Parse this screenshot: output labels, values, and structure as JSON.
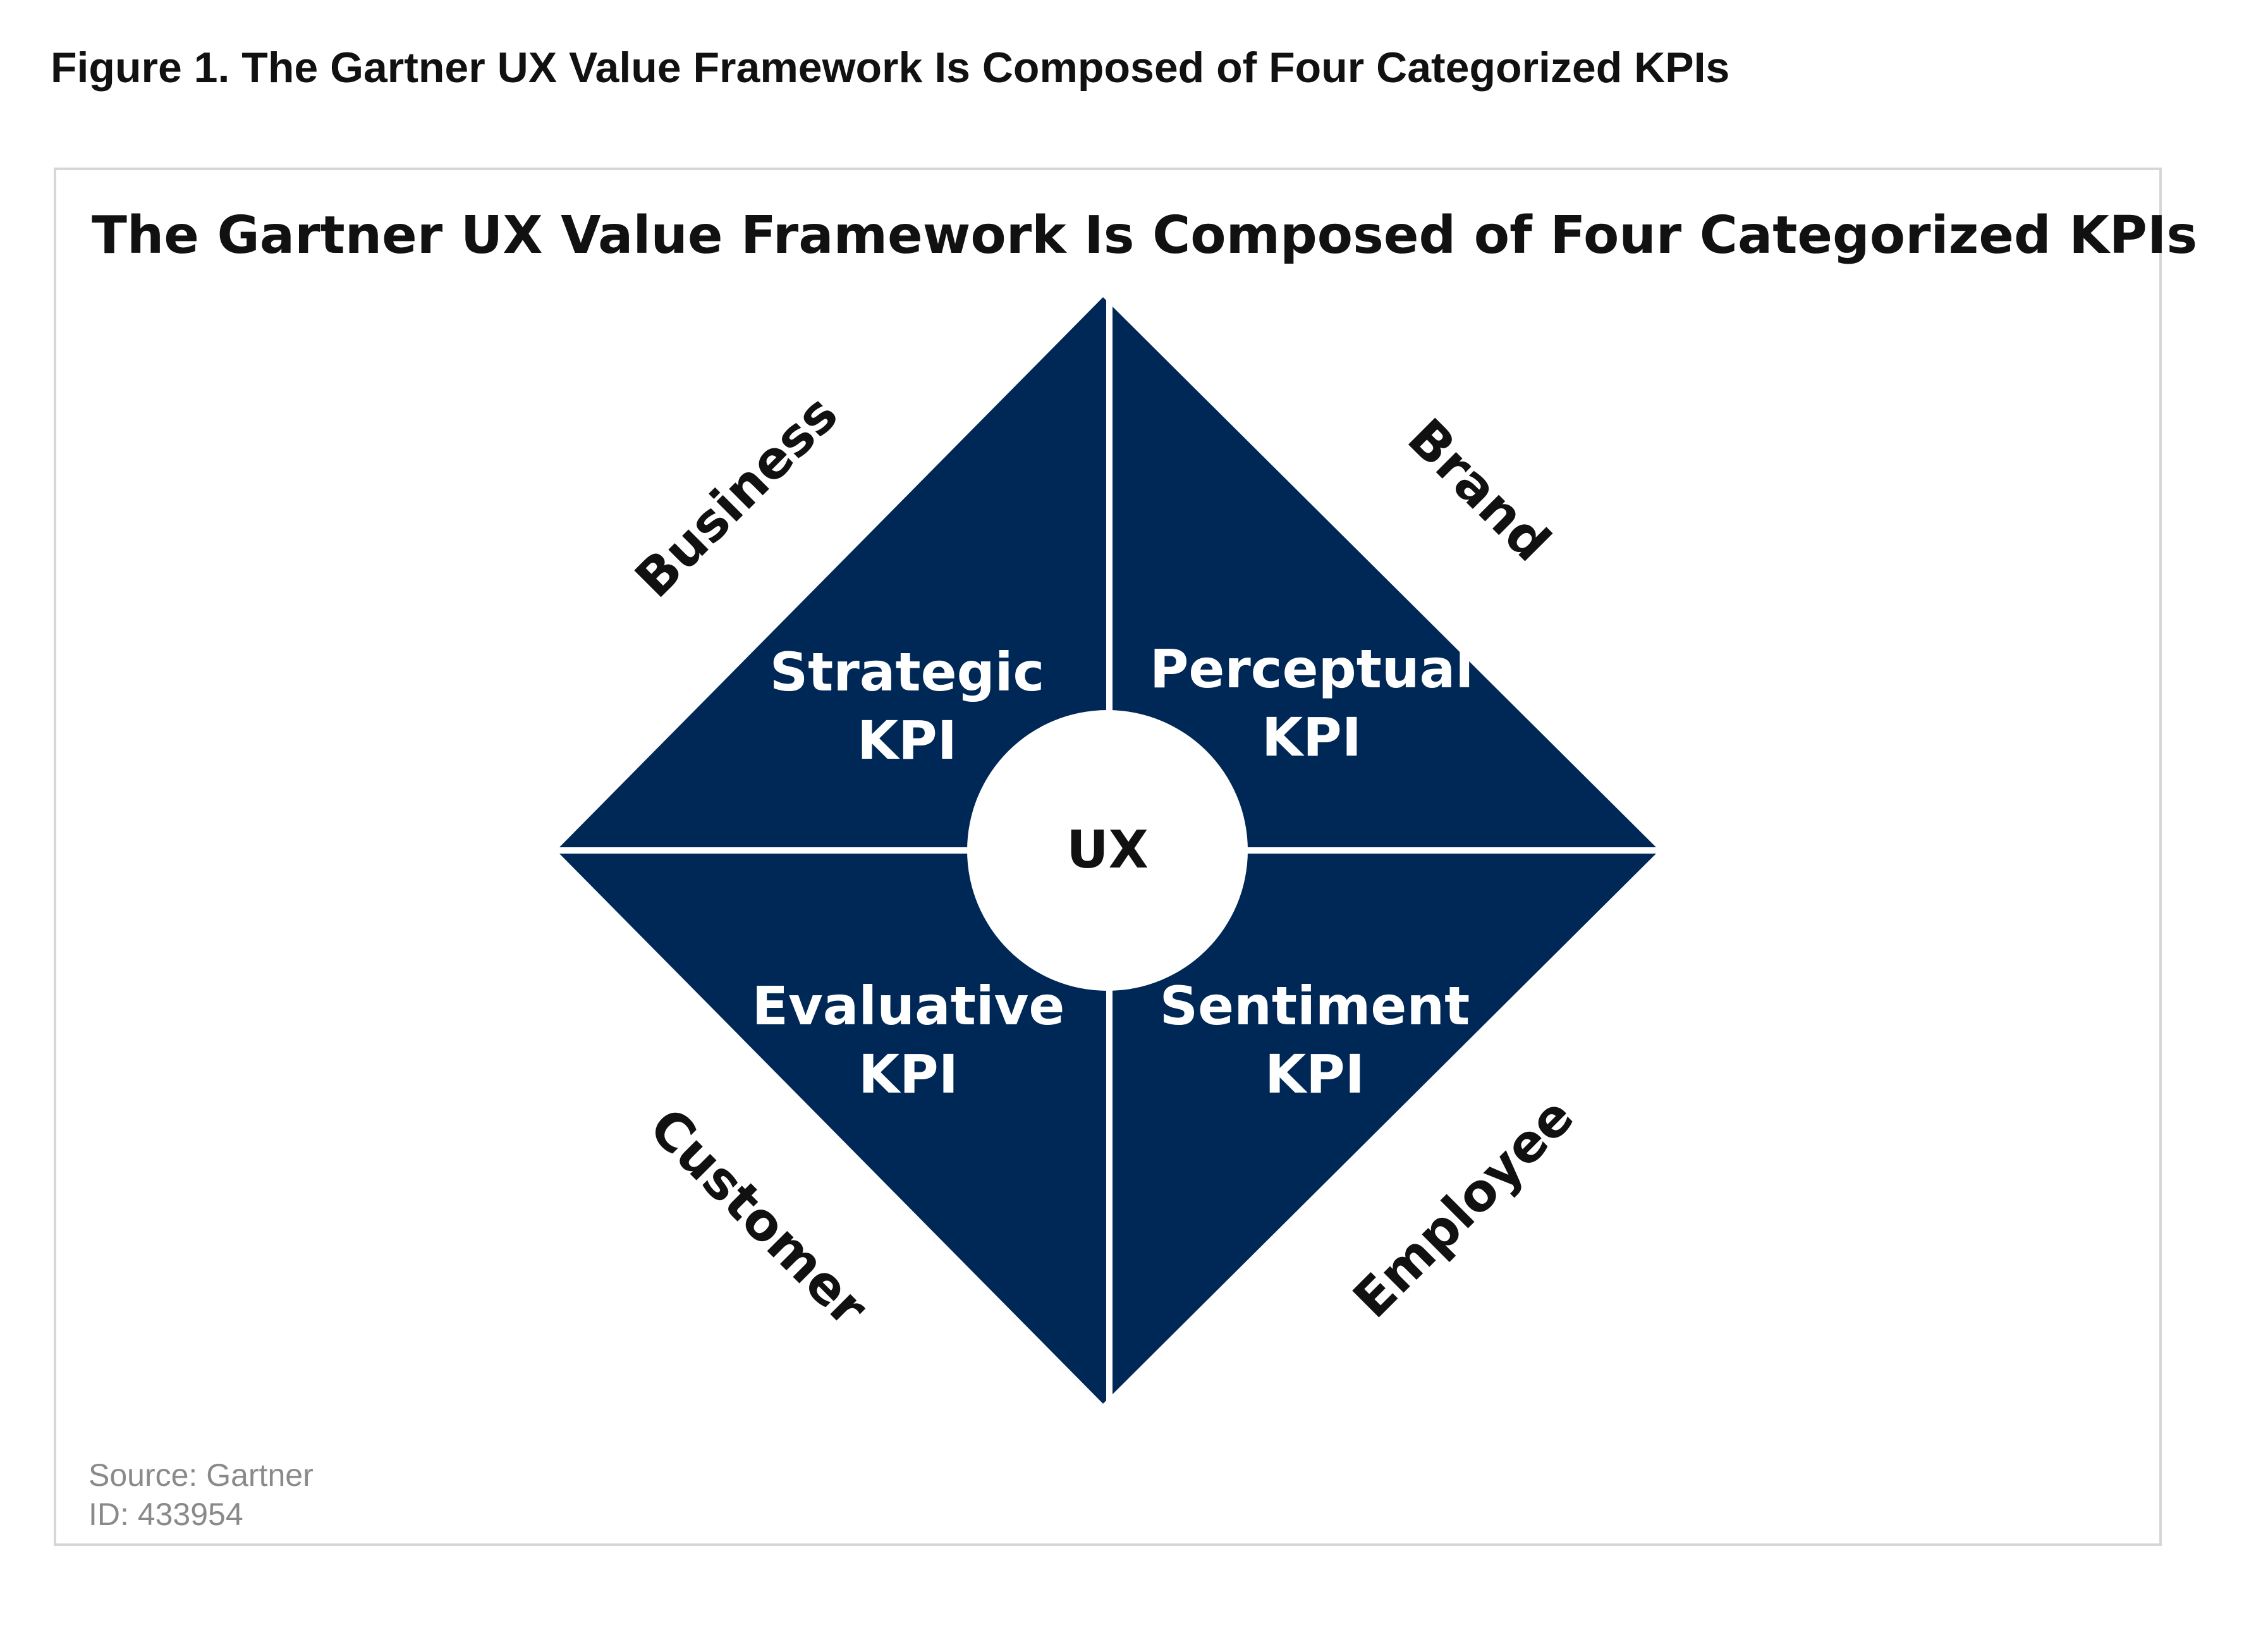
{
  "page_title": "Figure 1. The Gartner UX Value Framework Is Composed of Four Categorized KPIs",
  "figure": {
    "title": "The Gartner UX Value Framework Is Composed of Four Categorized KPIs",
    "center_label": "UX",
    "quadrants": {
      "top_left": {
        "line1": "Strategic",
        "line2": "KPI"
      },
      "top_right": {
        "line1": "Perceptual",
        "line2": "KPI"
      },
      "bottom_left": {
        "line1": "Evaluative",
        "line2": "KPI"
      },
      "bottom_right": {
        "line1": "Sentiment",
        "line2": "KPI"
      }
    },
    "categories": {
      "top_left": "Business",
      "top_right": "Brand",
      "bottom_left": "Customer",
      "bottom_right": "Employee"
    },
    "source": "Source: Gartner",
    "id": "ID:  433954"
  },
  "colors": {
    "quadrant_fill": "#002856",
    "divider": "#ffffff",
    "panel_border": "#d6d6d6",
    "footer_text": "#8a8a8a"
  }
}
